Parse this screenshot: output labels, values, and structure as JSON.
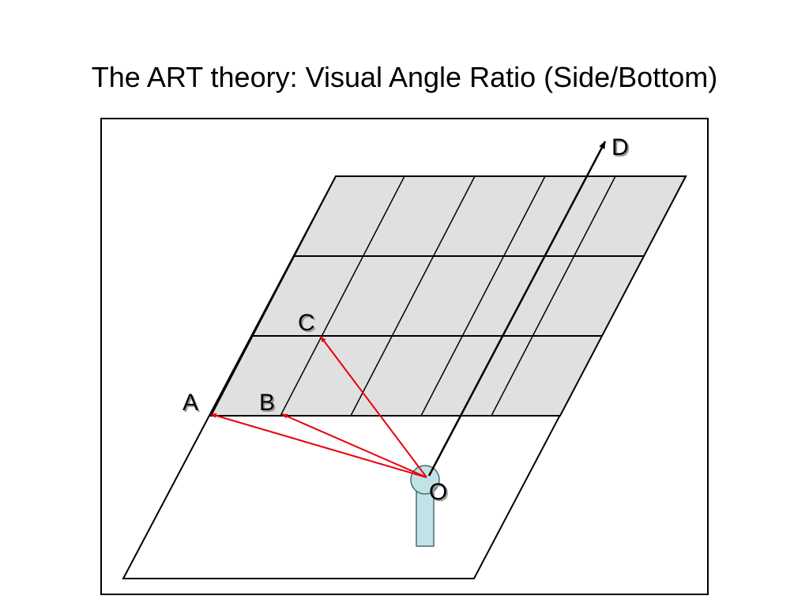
{
  "slide": {
    "title": "The ART theory: Visual Angle Ratio (Side/Bottom)"
  },
  "diagram": {
    "labels": {
      "A": "A",
      "B": "B",
      "C": "C",
      "D": "D",
      "O": "O"
    },
    "colors": {
      "grid_fill": "#e0e0e0",
      "grid_lines": "#000000",
      "ray_color": "#e8000b",
      "observer_fill": "#bfe3e6",
      "observer_stroke": "#4a6a6e",
      "frame": "#000000"
    }
  }
}
